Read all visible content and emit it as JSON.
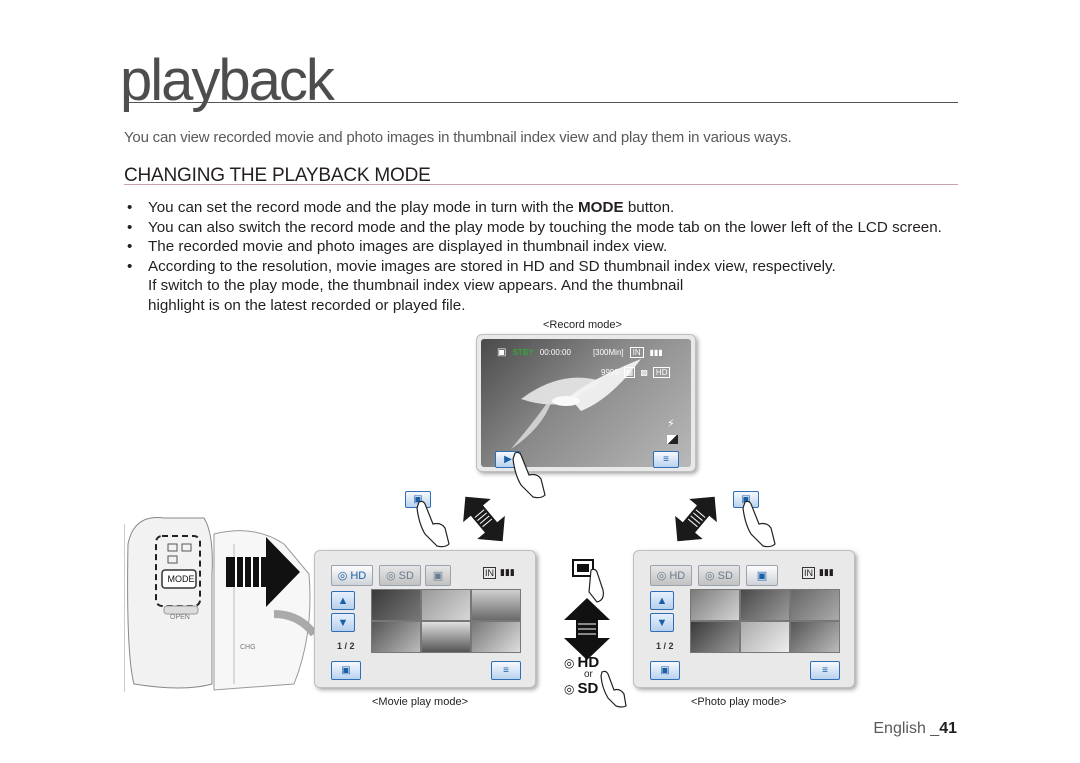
{
  "page": {
    "title": "playback",
    "intro": "You can view recorded movie and photo images in thumbnail index view and play them in various ways.",
    "section_title": "CHANGING THE PLAYBACK MODE",
    "bullets": [
      {
        "pre": "You can set the record mode and the play mode in turn with the ",
        "bold": "MODE",
        "post": " button."
      },
      {
        "text": "You can also switch the record mode and the play mode by touching the mode tab on the lower left of the LCD screen."
      },
      {
        "text": "The recorded movie and photo images are displayed in thumbnail index view."
      },
      {
        "text": "According to the resolution, movie images are stored in HD and SD thumbnail index view, respectively.",
        "cont": "If switch to the play mode, the thumbnail index view appears. And the thumbnail highlight is on the latest recorded or played file."
      }
    ],
    "footer_lang": "English _",
    "footer_page": "41"
  },
  "record_screen": {
    "caption": "<Record mode>",
    "stby": "STBY",
    "timecode": "00:00:00",
    "remaining": "[300Min]",
    "count": "9999",
    "storage": "IN",
    "quality": "HD"
  },
  "camera": {
    "mode_label": "MODE",
    "open_label": "OPEN",
    "chg_label": "CHG"
  },
  "movie_screen": {
    "caption": "<Movie play mode>",
    "tab_hd": "HD",
    "tab_sd": "SD",
    "storage": "IN",
    "page": "1 / 2"
  },
  "photo_screen": {
    "caption": "<Photo play mode>",
    "tab_hd": "HD",
    "tab_sd": "SD",
    "storage": "IN",
    "page": "1 / 2"
  },
  "center": {
    "hd": "HD",
    "or": "or",
    "sd": "SD"
  },
  "colors": {
    "accent_blue": "#1a5fa8",
    "section_rule": "#c8a2ab",
    "stby_green": "#3aa13a"
  }
}
